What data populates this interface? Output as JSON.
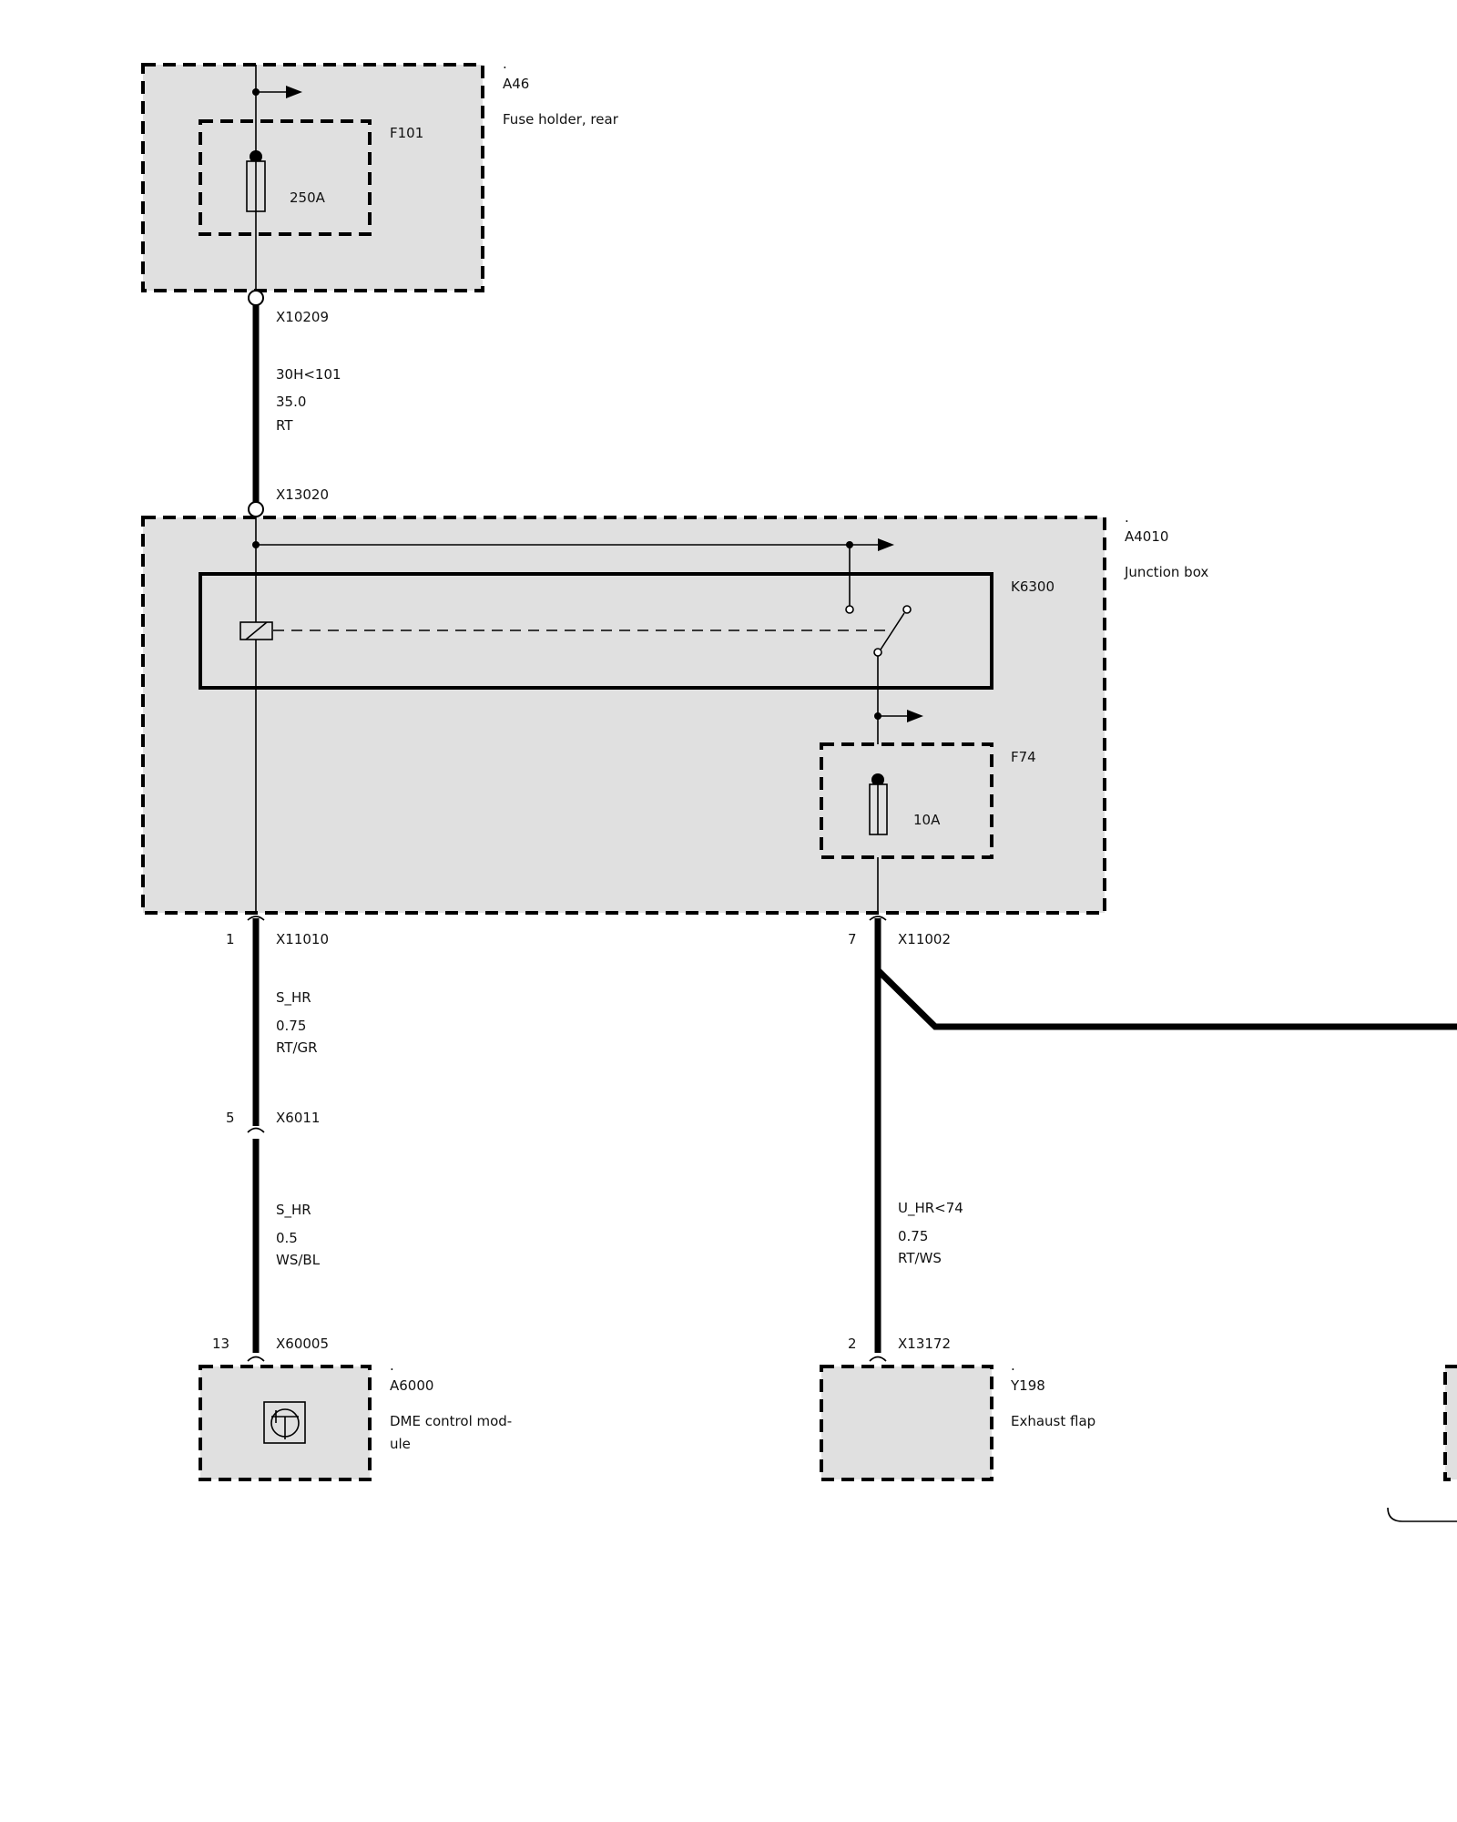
{
  "components": {
    "a46": {
      "dot": ".",
      "id": "A46",
      "desc": "Fuse holder, rear"
    },
    "f101": {
      "id": "F101",
      "rating": "250A"
    },
    "a4010": {
      "dot": ".",
      "id": "A4010",
      "desc": "Junction box"
    },
    "k6300": {
      "id": "K6300"
    },
    "f74": {
      "id": "F74",
      "rating": "10A"
    },
    "a6000": {
      "dot": ".",
      "id": "A6000",
      "desc_line1": "DME control mod-",
      "desc_line2": "ule"
    },
    "y198": {
      "dot": ".",
      "id": "Y198",
      "desc": "Exhaust flap"
    }
  },
  "connectors": {
    "x10209": "X10209",
    "x13020": "X13020",
    "x11010": {
      "pin": "1",
      "id": "X11010"
    },
    "x11002": {
      "pin": "7",
      "id": "X11002"
    },
    "x6011": {
      "pin": "5",
      "id": "X6011"
    },
    "x60005": {
      "pin": "13",
      "id": "X60005"
    },
    "x13172": {
      "pin": "2",
      "id": "X13172"
    }
  },
  "wires": {
    "w1": {
      "signal": "30H<101",
      "gauge": "35.0",
      "color": "RT"
    },
    "w2": {
      "signal": "S_HR",
      "gauge": "0.75",
      "color": "RT/GR"
    },
    "w3": {
      "signal": "S_HR",
      "gauge": "0.5",
      "color": "WS/BL"
    },
    "w4": {
      "signal": "U_HR<74",
      "gauge": "0.75",
      "color": "RT/WS"
    }
  },
  "colors": {
    "component_fill": "#e0e0e0",
    "line": "#000000"
  }
}
